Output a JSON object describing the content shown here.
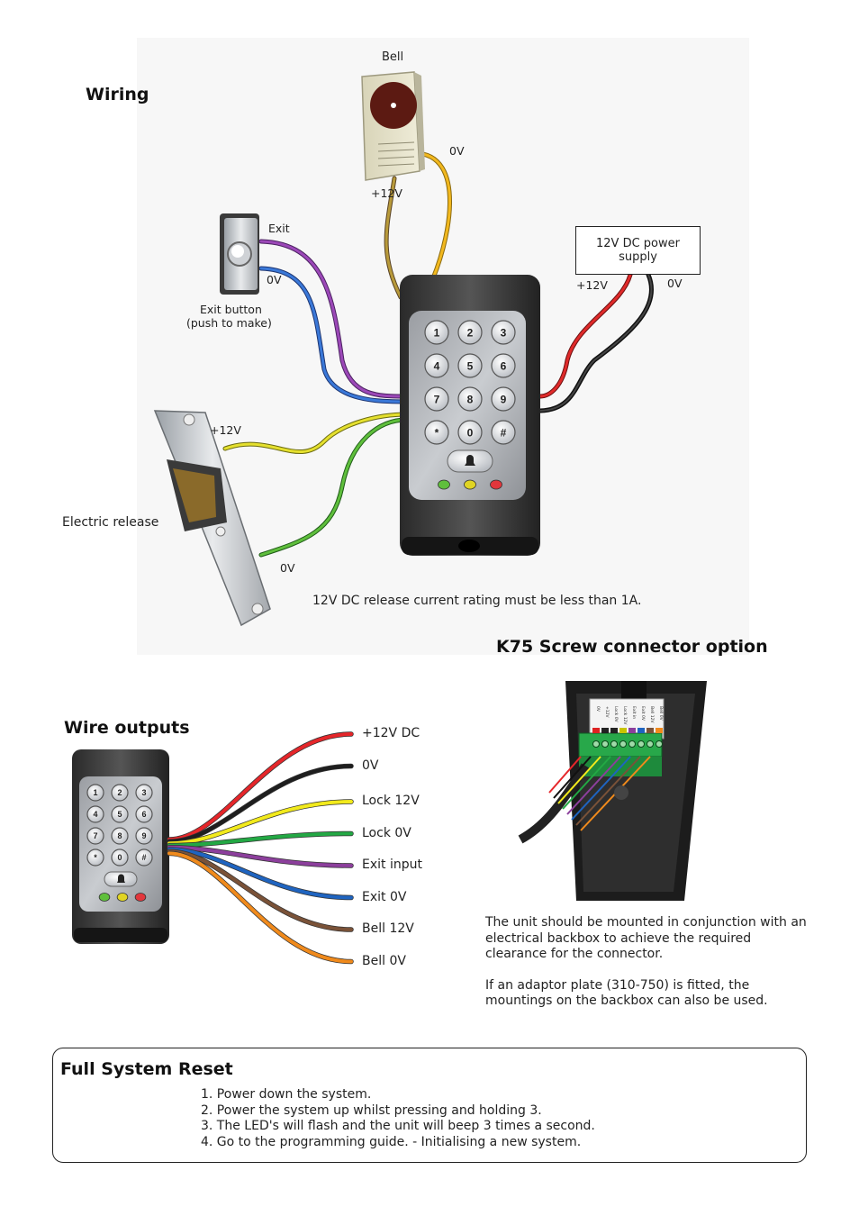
{
  "headings": {
    "wiring": "Wiring",
    "screw": "K75 Screw connector option",
    "wire_outputs": "Wire outputs",
    "reset": "Full System Reset"
  },
  "wiring": {
    "bell": "Bell",
    "bell_0v": "0V",
    "bell_12v": "+12V",
    "exit": "Exit",
    "exit_0v": "0V",
    "exit_button_line1": "Exit button",
    "exit_button_line2": "(push to make)",
    "psu_line1": "12V DC power",
    "psu_line2": "supply",
    "psu_12v": "+12V",
    "psu_0v": "0V",
    "release_12v": "+12V",
    "release_0v": "0V",
    "electric_release": "Electric release",
    "release_note": "12V DC release current rating must be less than 1A."
  },
  "keypad": {
    "keys": [
      "1",
      "2",
      "3",
      "4",
      "5",
      "6",
      "7",
      "8",
      "9",
      "*",
      "0",
      "#"
    ],
    "bell_key_icon": "bell-icon",
    "leds": [
      "#5fbf3c",
      "#e0d424",
      "#e2363c"
    ]
  },
  "connector_terminals": [
    "0V",
    "+12V",
    "Lock 0V",
    "Lock 12V",
    "Exit in",
    "Exit 0V",
    "Bell 12V",
    "Bell 0V"
  ],
  "wire_outputs": [
    {
      "label": "+12V DC",
      "color": "#e5262a"
    },
    {
      "label": "0V",
      "color": "#1e1e1e"
    },
    {
      "label": "Lock 12V",
      "color": "#f2ea1c"
    },
    {
      "label": "Lock 0V",
      "color": "#23a844"
    },
    {
      "label": "Exit input",
      "color": "#8c3f9c"
    },
    {
      "label": "Exit 0V",
      "color": "#1f64c0"
    },
    {
      "label": "Bell 12V",
      "color": "#7a5238"
    },
    {
      "label": "Bell 0V",
      "color": "#f08a1c"
    }
  ],
  "mounting_note": [
    "The unit should be mounted in conjunction with an electrical backbox to achieve the required clearance for the connector.",
    "If an adaptor plate (310-750) is fitted, the mountings on the backbox can also be used."
  ],
  "reset_steps": [
    "1. Power down the system.",
    "2. Power the system up whilst pressing and holding 3.",
    "3. The LED's will flash and the unit will beep 3 times a second.",
    "4. Go to the programming guide. - Initialising a new system."
  ]
}
